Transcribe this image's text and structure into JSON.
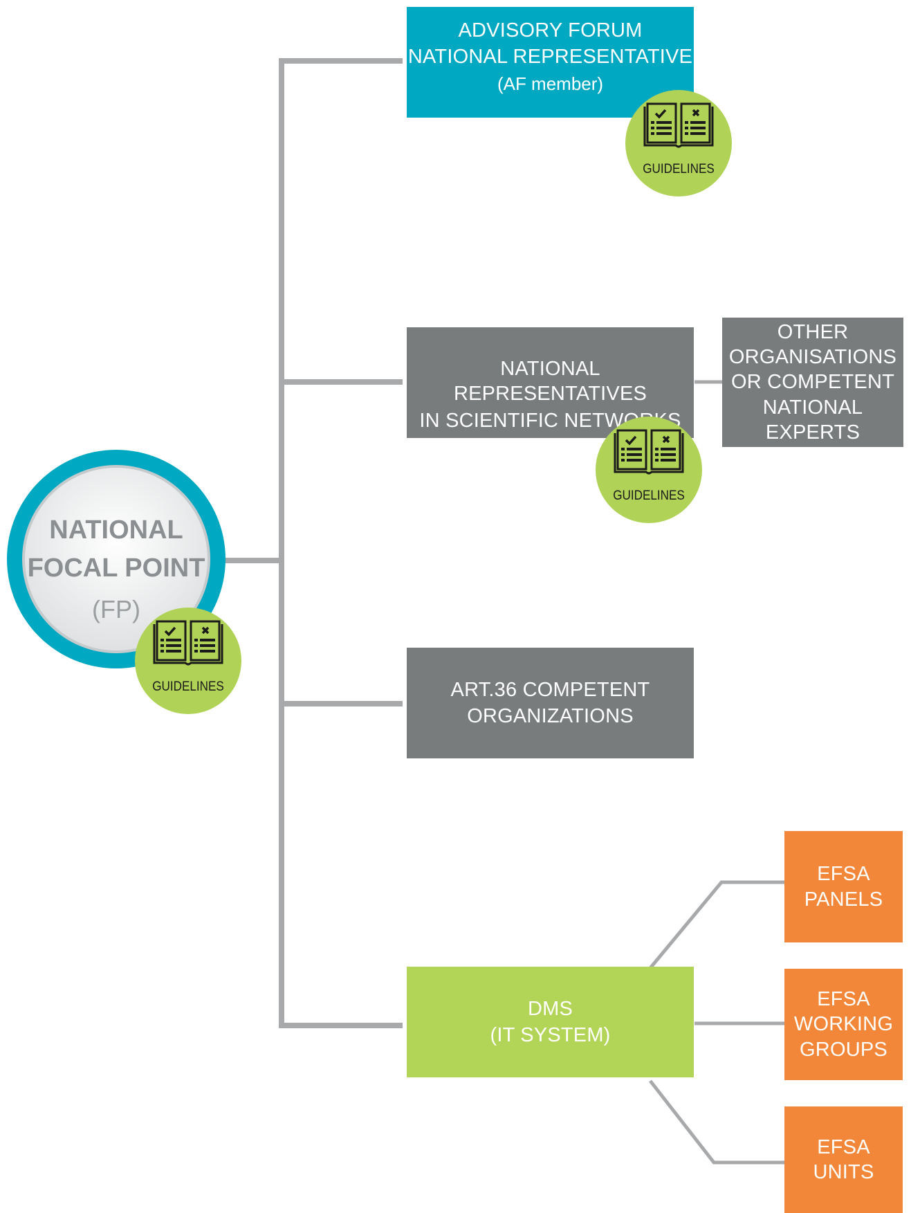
{
  "diagram": {
    "focal_point": {
      "line1": "NATIONAL",
      "line2": "FOCAL POINT",
      "line3": "(FP)"
    },
    "guidelines_label": "GUIDELINES",
    "advisory_forum": {
      "line1": "ADVISORY FORUM",
      "line2": "NATIONAL REPRESENTATIVE",
      "line3": "(AF member)"
    },
    "scientific_networks": {
      "line1": "NATIONAL REPRESENTATIVES",
      "line2": "IN SCIENTIFIC NETWORKS"
    },
    "other_organisations": {
      "line1": "OTHER",
      "line2": "ORGANISATIONS",
      "line3": "OR COMPETENT",
      "line4": "NATIONAL EXPERTS"
    },
    "art36": {
      "line1": "ART.36 COMPETENT",
      "line2": "ORGANIZATIONS"
    },
    "dms": {
      "line1": "DMS",
      "line2": "(IT SYSTEM)"
    },
    "efsa_panels": {
      "line1": "EFSA",
      "line2": "PANELS"
    },
    "efsa_working_groups": {
      "line1": "EFSA",
      "line2": "WORKING",
      "line3": "GROUPS"
    },
    "efsa_units": {
      "line1": "EFSA",
      "line2": "UNITS"
    },
    "colors": {
      "teal": "#00a8c2",
      "gray": "#787c7d",
      "lime": "#b2d457",
      "orange": "#f2873a",
      "connector": "#a7a9ab"
    }
  }
}
